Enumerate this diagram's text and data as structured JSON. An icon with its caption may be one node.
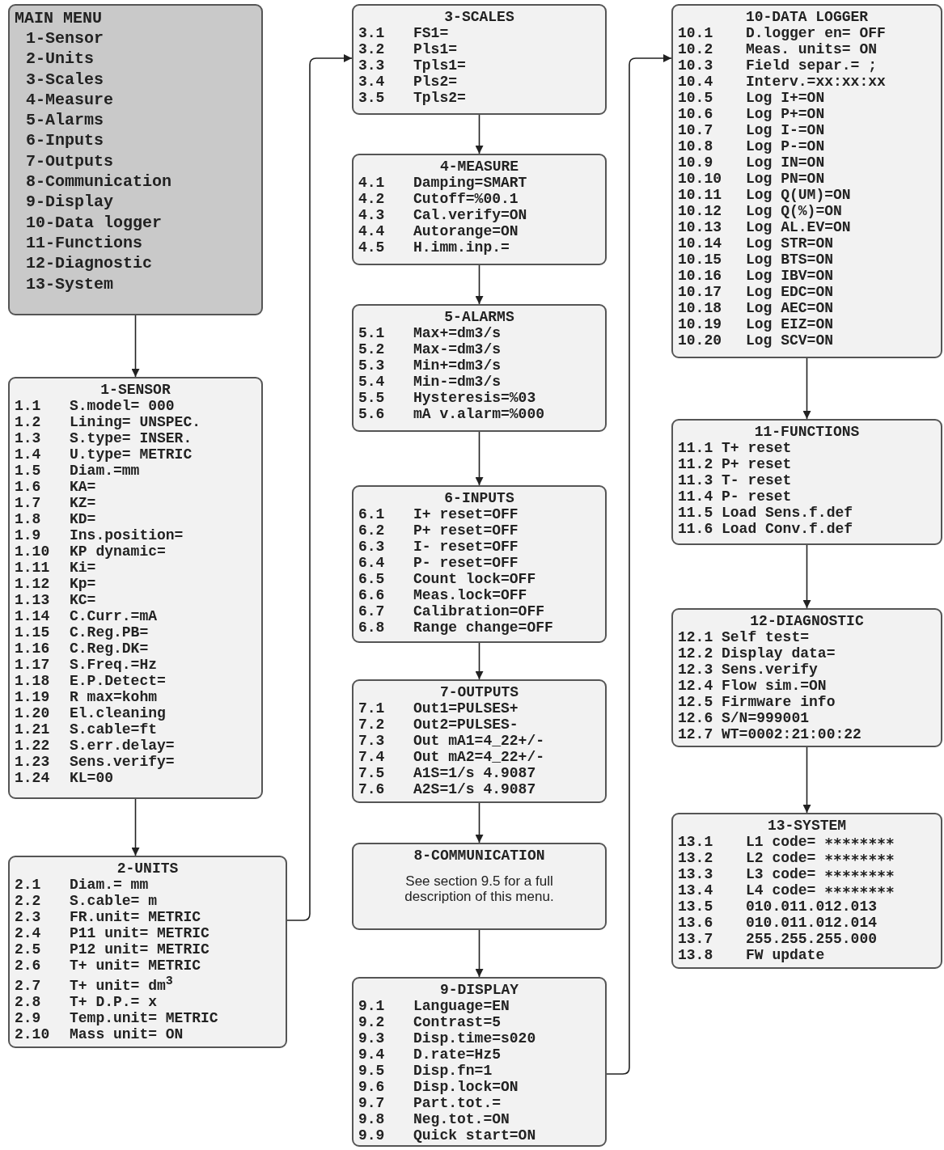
{
  "diagram": {
    "nodes": [
      {
        "text": [
          "MAIN MENU",
          "1-Sensor",
          "2-Units",
          "3-Scales",
          "4-Measure",
          "5-Alarms",
          "6-Inputs",
          "7-Outputs",
          "8-Communication",
          "9-Display",
          "10-Data logger",
          "11-Functions",
          "12-Diagnostic",
          "13-System"
        ]
      },
      {
        "text": [
          "1-SENSOR",
          "1.1 S.model= 000",
          "1.2 Lining= UNSPEC.",
          "1.3 S.type= INSER.",
          "1.4 U.type= METRIC",
          "1.5 Diam.=mm",
          "1.6 KA=",
          "1.7 KZ=",
          "1.8 KD=",
          "1.9 Ins.position=",
          "1.10 KP dynamic=",
          "1.11 Ki=",
          "1.12 Kp=",
          "1.13 KC=",
          "1.14 C.Curr.=mA",
          "1.15 C.Reg.PB=",
          "1.16 C.Reg.DK=",
          "1.17 S.Freq.=Hz",
          "1.18 E.P.Detect=",
          "1.19 R max=kohm",
          "1.20 El.cleaning",
          "1.21 S.cable=ft",
          "1.22 S.err.delay=",
          "1.23 Sens.verify=",
          "1.24 KL=00"
        ]
      },
      {
        "text": [
          "2-UNITS",
          "2.1 Diam.= mm",
          "2.2 S.cable= m",
          "2.3 FR.unit= METRIC",
          "2.4 P11 unit= METRIC",
          "2.5 P12 unit= METRIC",
          "2.6 T+ unit= METRIC",
          "2.7 T+ unit= dm$^{3}$",
          "2.8 T+ D.P.= x",
          "2.9 Temp.unit= METRIC",
          "2.10 Mass unit= ON"
        ]
      },
      {
        "text": [
          "3-SCALES",
          "3.1 FS1=",
          "3.2 Pls1=",
          "3.3 Tpls1=",
          "3.4 Pls2=",
          "3.5 Tpls2="
        ]
      },
      {
        "text": [
          "4-MEASURE",
          "4.1 Damping=SMART",
          "4.2 Cutoff=%00.1",
          "4.3 Cal.verify=ON",
          "4.4 Autorange=ON",
          "4.5 H.imm.inp.="
        ]
      },
      {
        "text": [
          "5-ALARMS",
          "5.1 Max+=dm3/s",
          "5.2 Max-=dm3/s",
          "5.3 Min+=dm3/s",
          "5.4 Min-=dm3/s",
          "5.5 Hysteresis=%03",
          "5.6 mA v.alarm=%000"
        ]
      },
      {
        "text": [
          "6-INPUTS",
          "6.1 I+ reset=OFF",
          "6.2 P+ reset=OFF",
          "6.3 I- reset=OFF",
          "6.4 P- reset=OFF",
          "6.5 Count lock=OFF",
          "6.6 Meas.lock=OFF",
          "6.7 Calibration=OFF",
          "6.8 Range change=OFF"
        ]
      },
      {
        "text": [
          "7-OUTPUTS",
          "7.1 Out1=PULSES+",
          "7.2 Out2=PULSES-",
          "7.3 Out mA1=4_22+/-",
          "7.4 Out mA2=4_22+/-",
          "7.5 A1S=1/s 4.9087",
          "7.6 A2S=1/s 4.9087"
        ]
      },
      {
        "text": [
          "8-COMMUNICATION",
          "See section 9.5 for a full description of this menu."
        ]
      },
      {
        "text": [
          "9-DISPLAY",
          "9.1 Language=EN",
          "9.2 Contrast=5",
          "9.3 Disp.time=s020",
          "9.4 D.rate=Hz5",
          "9.5 Disp.fn=1",
          "9.6 Disp.lock=ON",
          "9.7 Part.tot.=",
          "9.8 Neg.tot.=ON",
          "9.9 Quick start=ON"
        ]
      },
      {
        "text": [
          "10-DATA LOGGER",
          "10.1 D.logger en= OFF",
          "10.2 Meas. units= ON",
          "10.3 Field separ.= ;",
          "10.4 Interv.=xx:xx:xx",
          "10.5 Log I+=ON",
          "10.6 Log P+=ON",
          "10.7 Log I-=ON",
          "10.8 Log P-=ON",
          "10.9 Log IN=ON",
          "10.10 Log PN=ON",
          "10.11 Log Q(UM)=ON",
          "10.12 Log Q(%)=ON",
          "10.13 Log AL.EV=ON",
          "10.14 Log STR=ON",
          "10.15 Log BTS=ON",
          "10.16 Log IBV=ON",
          "10.17 Log EDC=ON",
          "10.18 Log AEC=ON",
          "10.19 Log EIZ=ON",
          "10.20 Log SCV=ON"
        ]
      },
      {
        "text": [
          "11-FUNCTIONS",
          "11.1 T+ reset",
          "11.2 P+ reset",
          "11.3 T- reset",
          "11.4 P- reset",
          "11.5 Load Sens.f.def",
          "11.6 Load Conv.f.def"
        ]
      },
      {
        "text": [
          "12-DIAGNOSTIC",
          "12.1 Self test=",
          "12.2 Display data=",
          "12.3 Sens.verify",
          "12.4 Flow sim.=ON",
          "12.5 Firmware info",
          "12.6 S/N=999001",
          "12.7 WT=0002:21:00:22"
        ]
      },
      {
        "text": [
          "13-SYSTEM",
          "13.1 L1 code= ∗∗∗∗∗∗∗∗",
          "13.2 L2 code= ∗∗∗∗∗∗∗∗",
          "13.3 L3 code= ∗∗∗∗∗∗∗∗",
          "13.4 L4 code= ∗∗∗∗∗∗∗∗",
          "13.5 010.011.012.013",
          "13.6 010.011.012.014",
          "13.7 255.255.255.000",
          "13.8 FW update"
        ]
      }
    ],
    "edges": [
      {
        "from": 0,
        "to": 1,
        "arrow": "to"
      },
      {
        "from": 1,
        "to": 2,
        "arrow": "to"
      },
      {
        "from": 2,
        "to": 3,
        "arrow": "to"
      },
      {
        "from": 3,
        "to": 4,
        "arrow": "to"
      },
      {
        "from": 4,
        "to": 5,
        "arrow": "to"
      },
      {
        "from": 5,
        "to": 6,
        "arrow": "to"
      },
      {
        "from": 6,
        "to": 7,
        "arrow": "to"
      },
      {
        "from": 7,
        "to": 8,
        "arrow": "to"
      },
      {
        "from": 8,
        "to": 9,
        "arrow": "to"
      },
      {
        "from": 9,
        "to": 10,
        "arrow": "to"
      },
      {
        "from": 10,
        "to": 11,
        "arrow": "to"
      },
      {
        "from": 11,
        "to": 12,
        "arrow": "to"
      },
      {
        "from": 12,
        "to": 13,
        "arrow": "to"
      }
    ]
  }
}
